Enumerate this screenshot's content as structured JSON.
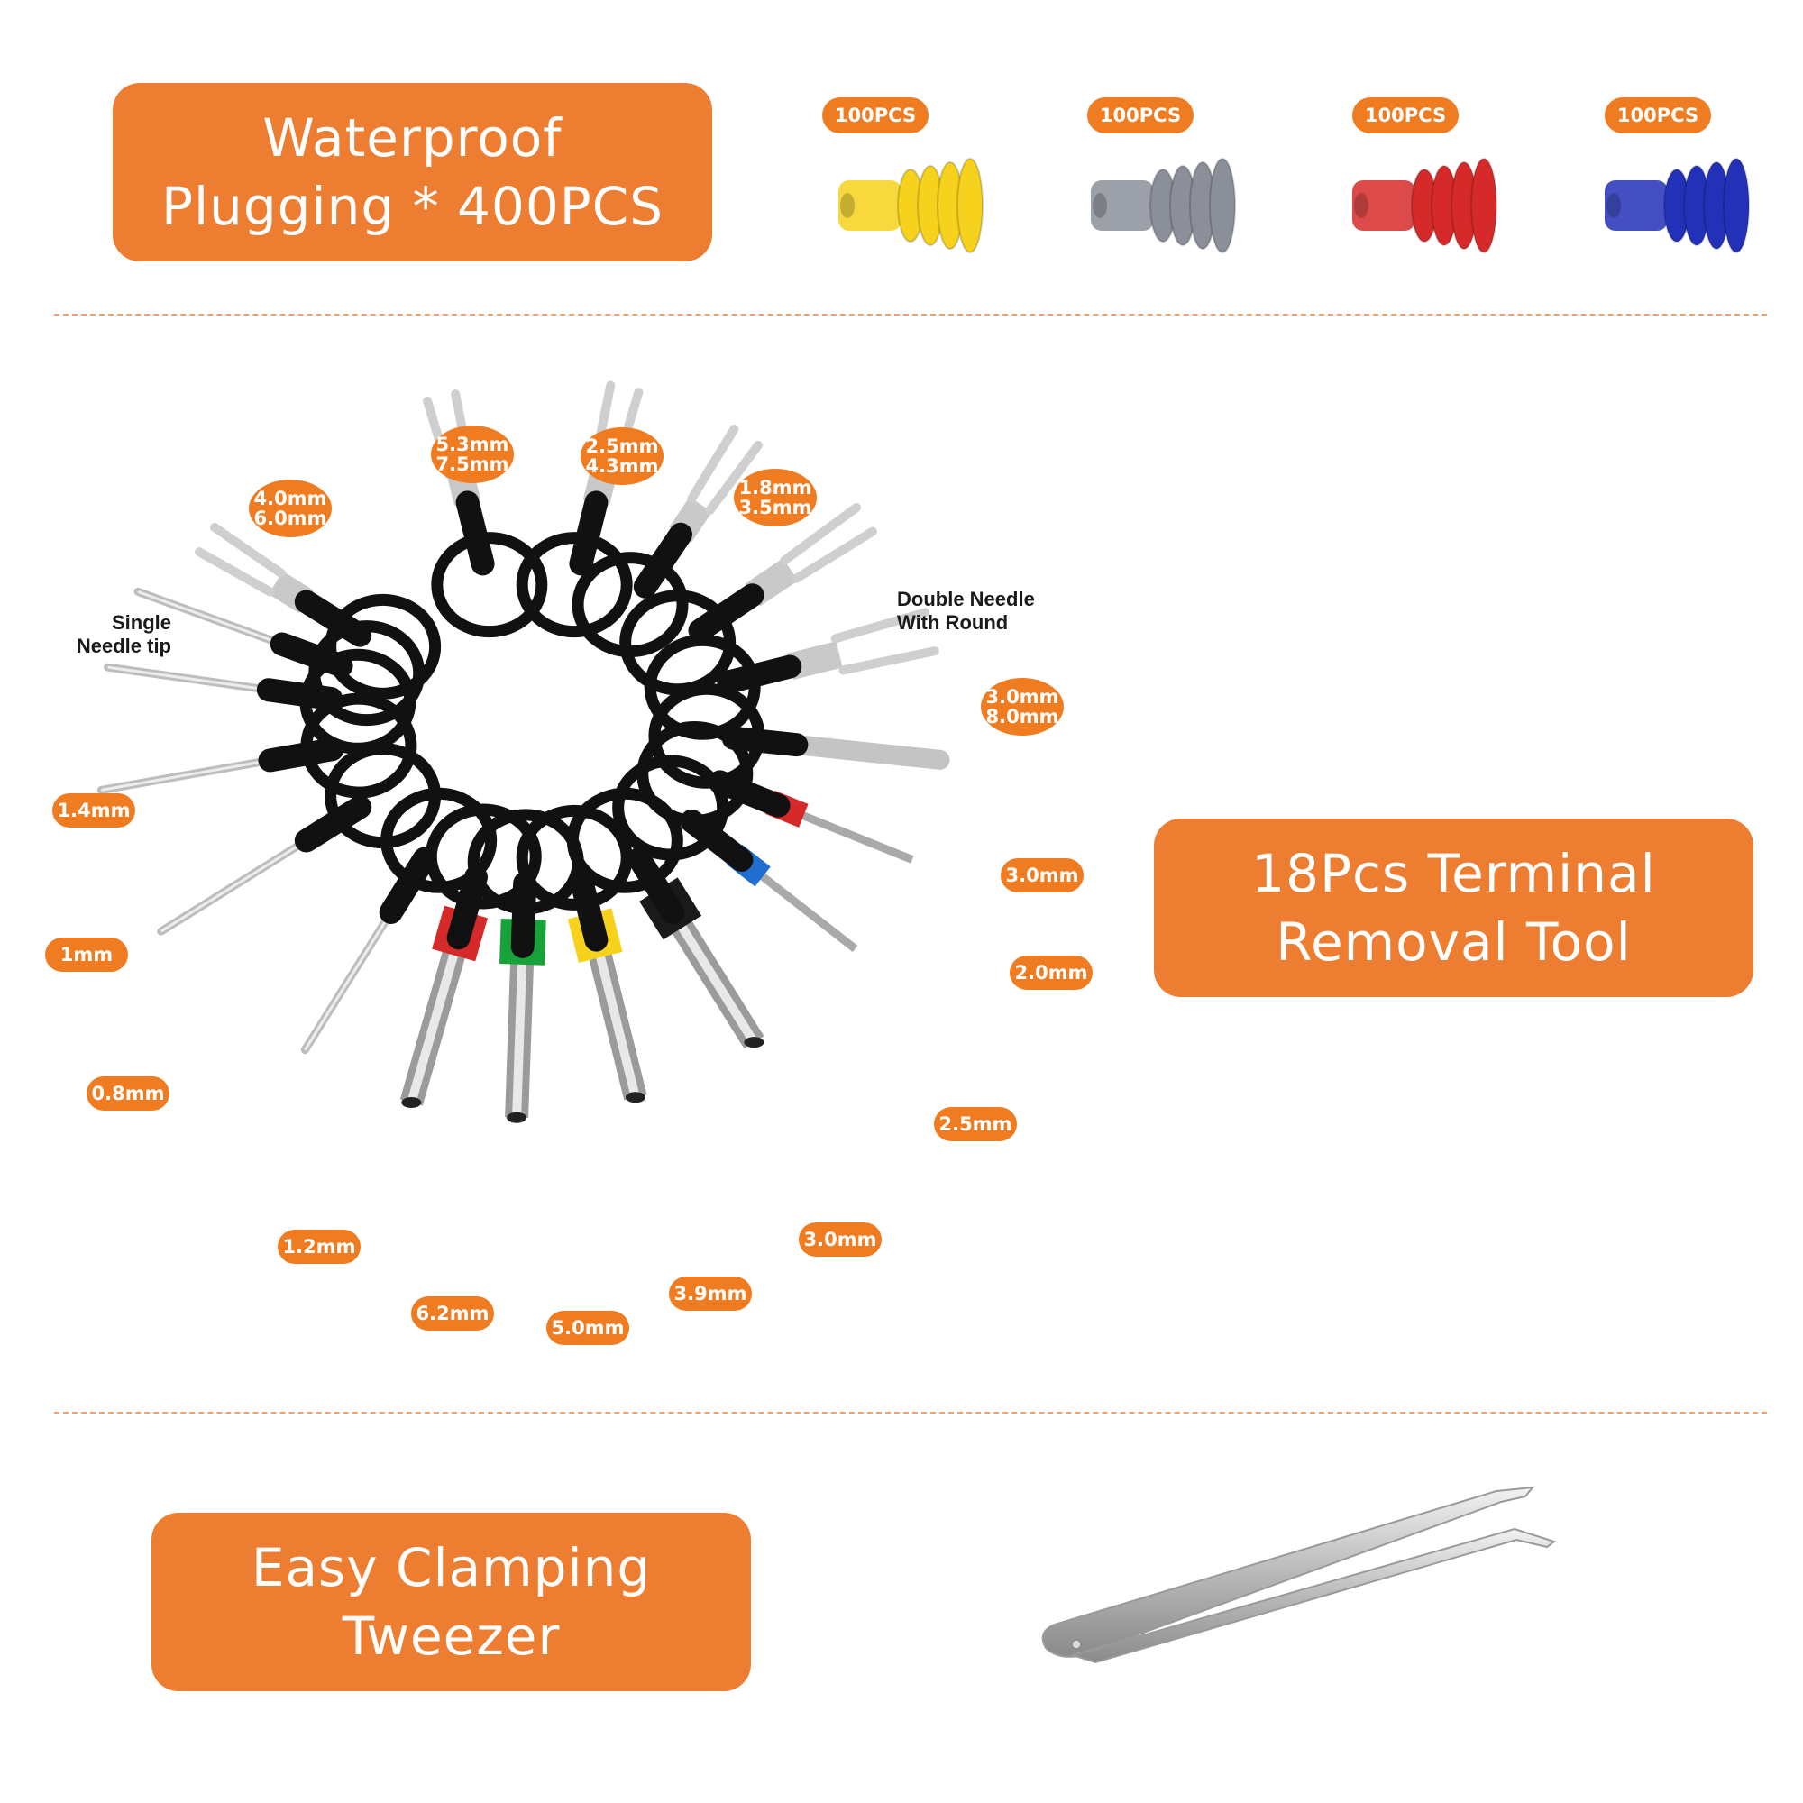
{
  "sections": {
    "plugging": {
      "title": "Waterproof\nPlugging * 400PCS"
    },
    "tool": {
      "title": "18Pcs Terminal\nRemoval Tool"
    },
    "tweezer": {
      "title": "Easy Clamping\nTweezer"
    }
  },
  "plugs": [
    {
      "count": "100PCS",
      "color": "#f6d21c"
    },
    {
      "count": "100PCS",
      "color": "#8b8f99"
    },
    {
      "count": "100PCS",
      "color": "#d62a2a"
    },
    {
      "count": "100PCS",
      "color": "#2330b8"
    }
  ],
  "notes": {
    "single": "Single\nNeedle tip",
    "double": "Double Needle\nWith Round"
  },
  "sizes": {
    "s1": "4.0mm\n6.0mm",
    "s2": "5.3mm\n7.5mm",
    "s3": "2.5mm\n4.3mm",
    "s4": "1.8mm\n3.5mm",
    "s5": "3.0mm\n8.0mm",
    "s6": "3.0mm",
    "s7": "2.0mm",
    "s8": "2.5mm",
    "s9": "3.0mm",
    "s10": "3.9mm",
    "s11": "5.0mm",
    "s12": "6.2mm",
    "s13": "1.2mm",
    "s14": "0.8mm",
    "s15": "1mm",
    "s16": "1.4mm"
  },
  "sleeve_colors": [
    "#d62a2a",
    "#17a33a",
    "#f6d21c",
    "#1a1a1a",
    "#1f6fd0",
    "#d62a2a"
  ]
}
